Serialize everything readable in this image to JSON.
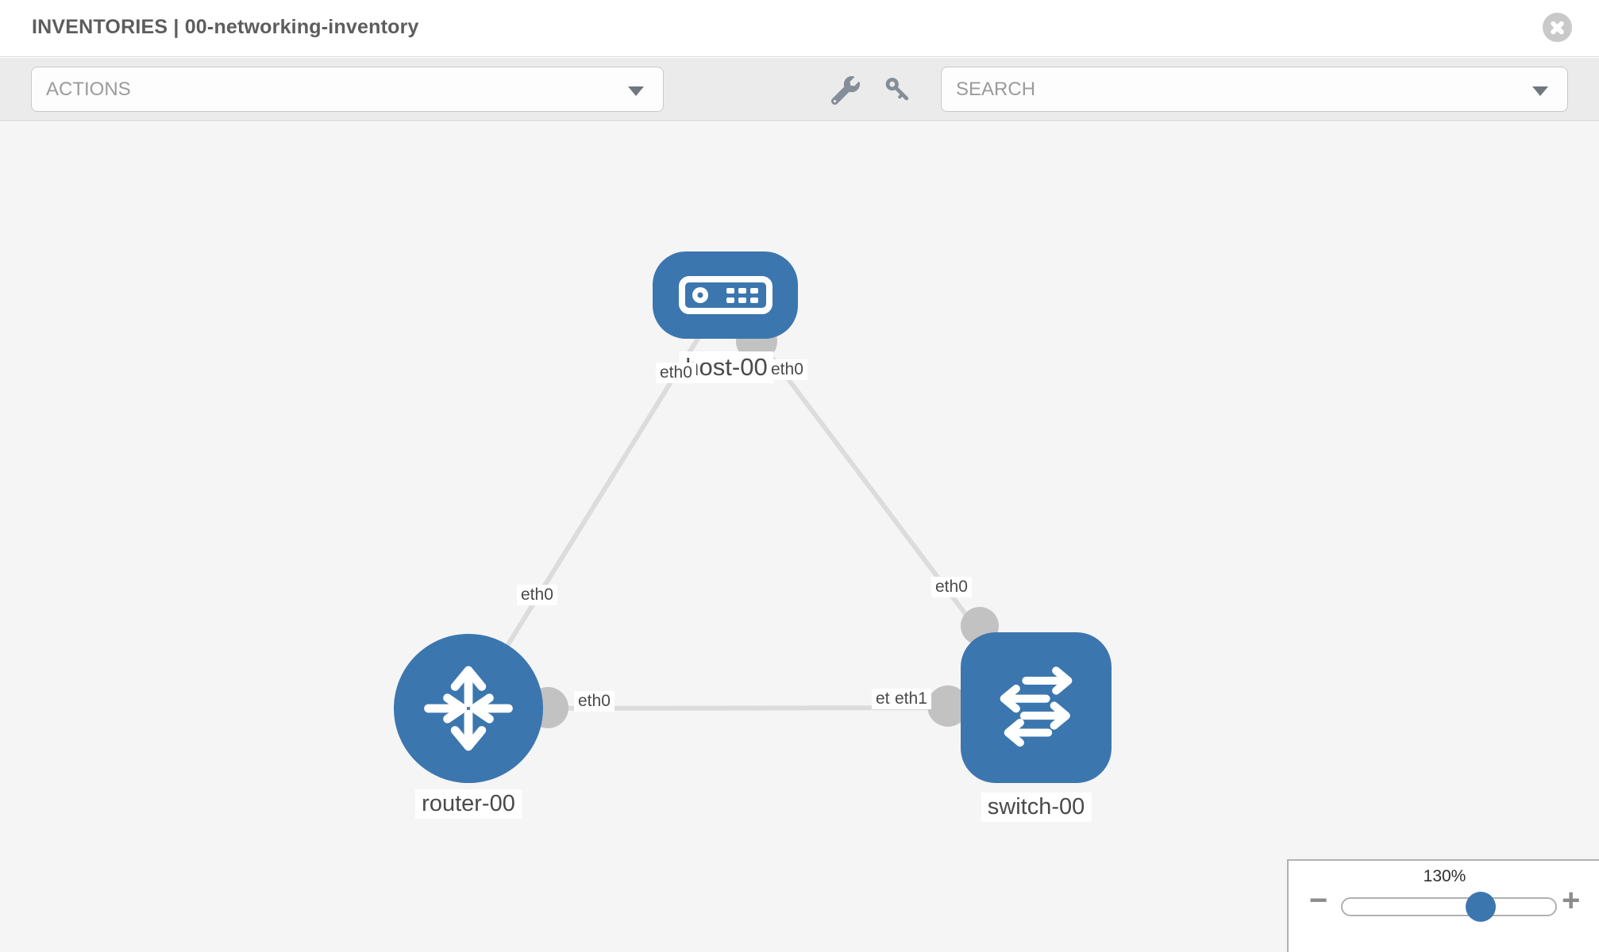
{
  "header": {
    "title": "INVENTORIES | 00-networking-inventory"
  },
  "toolbar": {
    "actions": {
      "placeholder": "ACTIONS"
    },
    "search": {
      "placeholder": "SEARCH"
    },
    "tools": [
      {
        "icon": "wrench-icon"
      },
      {
        "icon": "key-icon"
      }
    ]
  },
  "topology": {
    "nodes": [
      {
        "label": "host-00",
        "type": "host"
      },
      {
        "label": "router-00",
        "type": "router"
      },
      {
        "label": "switch-00",
        "type": "switch"
      }
    ],
    "links": [
      {
        "from": "host-00",
        "to": "router-00",
        "labels": [
          "eth0",
          "eth0"
        ]
      },
      {
        "from": "host-00",
        "to": "switch-00",
        "labels": [
          "eth0",
          "eth0"
        ]
      },
      {
        "from": "router-00",
        "to": "switch-00",
        "labels": [
          "eth0",
          "eth0",
          "eth1"
        ]
      }
    ]
  },
  "zoom_control": {
    "level": "130%",
    "minus_label": "−",
    "plus_label": "+"
  },
  "colors": {
    "node_blue": "#3c76af",
    "link_gray": "#dcdcdc",
    "port_gray": "#c2c2c2",
    "canvas_bg": "#f5f5f5"
  }
}
